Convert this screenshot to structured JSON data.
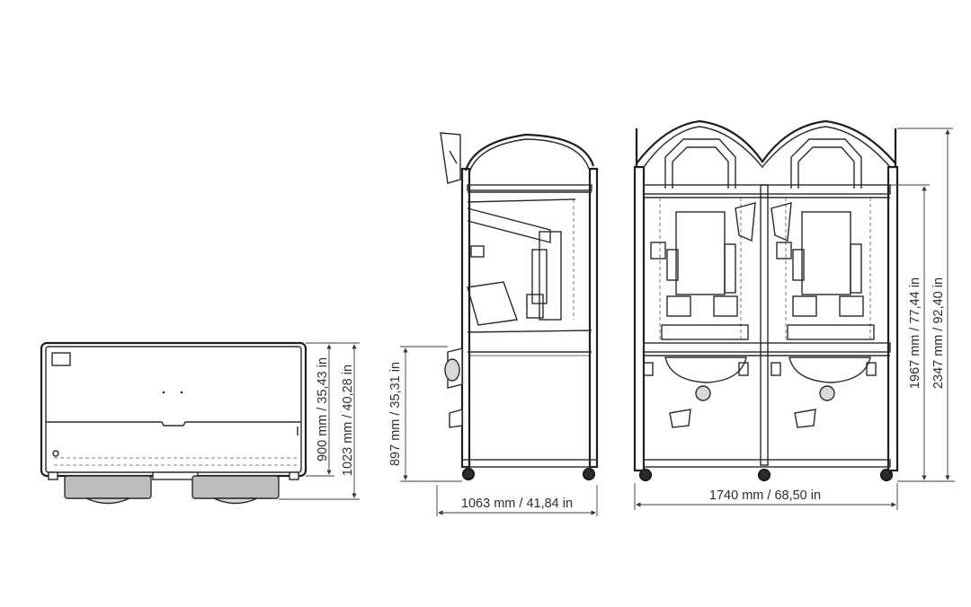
{
  "diagram": {
    "dimensions": {
      "top_view_depth": "900 mm / 35,43 in",
      "top_view_total": "1023 mm / 40,28 in",
      "side_front_height": "897 mm / 35,31 in",
      "side_depth": "1063 mm / 41,84 in",
      "front_width": "1740 mm / 68,50 in",
      "front_cabinet_height": "1967 mm / 77,44 in",
      "front_total_height": "2347 mm / 92,40 in"
    }
  }
}
